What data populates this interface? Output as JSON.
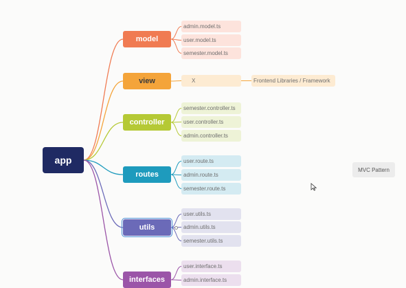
{
  "diagram": {
    "root": {
      "label": "app",
      "color": "#1f2a63"
    },
    "branches": [
      {
        "id": "model",
        "label": "model",
        "color": "#f07b52",
        "leaf_bg": "#fde3dc",
        "leaves": [
          "admin.model.ts",
          "user.model.ts",
          "semester.model.ts"
        ]
      },
      {
        "id": "view",
        "label": "view",
        "color": "#f4a43a",
        "leaf_bg": "#fdebd2",
        "leaves": [
          "X"
        ],
        "sub": "Frontend Libraries / Framework"
      },
      {
        "id": "controller",
        "label": "controller",
        "color": "#b5c935",
        "leaf_bg": "#eef3d7",
        "leaves": [
          "semester.controller.ts",
          "user.controller.ts",
          "admin.controller.ts"
        ]
      },
      {
        "id": "routes",
        "label": "routes",
        "color": "#1e9bbd",
        "leaf_bg": "#d4ebf2",
        "leaves": [
          "user.route.ts",
          "admin.route.ts",
          "semester.route.ts"
        ]
      },
      {
        "id": "utils",
        "label": "utils",
        "color": "#6b6ab8",
        "leaf_bg": "#e2e2ef",
        "leaves": [
          "user.utils.ts",
          "admin.utils.ts",
          "semester.utils.ts"
        ]
      },
      {
        "id": "interfaces",
        "label": "interfaces",
        "color": "#9b55a8",
        "leaf_bg": "#ecdfee",
        "leaves": [
          "user.interface.ts",
          "admin.interface.ts"
        ]
      }
    ],
    "note": "MVC Pattern"
  }
}
